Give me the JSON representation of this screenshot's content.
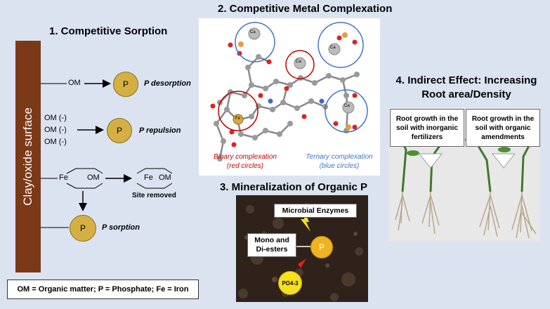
{
  "section1": {
    "title": "1. Competitive Sorption",
    "surface_label": "Clay/oxide  surface",
    "om": "OM",
    "om_neg": "OM  (-)",
    "p": "P",
    "p_desorption": "P desorption",
    "p_repulsion": "P repulsion",
    "fe": "Fe",
    "site_removed": "Site removed",
    "p_sorption": "P sorption"
  },
  "legend": "OM = Organic matter;  P = Phosphate;  Fe = Iron",
  "section2": {
    "title": "2. Competitive Metal Complexation",
    "binary_line1": "Binary complexation",
    "binary_line2": "(red circles)",
    "ternary_line1": "Ternary complexation",
    "ternary_line2": "(blue circles)",
    "ca": "Ca",
    "fe": "Fe"
  },
  "section3": {
    "title": "3. Mineralization of Organic P",
    "enzymes": "Microbial Enzymes",
    "esters_line1": "Mono and",
    "esters_line2": "Di-esters",
    "p": "P",
    "po4": "PO4-3"
  },
  "section4": {
    "title_line1": "4. Indirect Effect: Increasing",
    "title_line2": "Root area/Density",
    "inorganic_line1": "Root growth in the",
    "inorganic_line2": "soil with inorganic",
    "inorganic_line3": "fertilizers",
    "organic_line1": "Root growth in the",
    "organic_line2": "soil with organic",
    "organic_line3": "amendments"
  },
  "colors": {
    "background": "#dbe3f1",
    "surface_bar": "#7b3a17",
    "p_circle": "#d4b044",
    "binary": "#c00000",
    "ternary": "#4472c4",
    "soil": "#2e221a"
  }
}
